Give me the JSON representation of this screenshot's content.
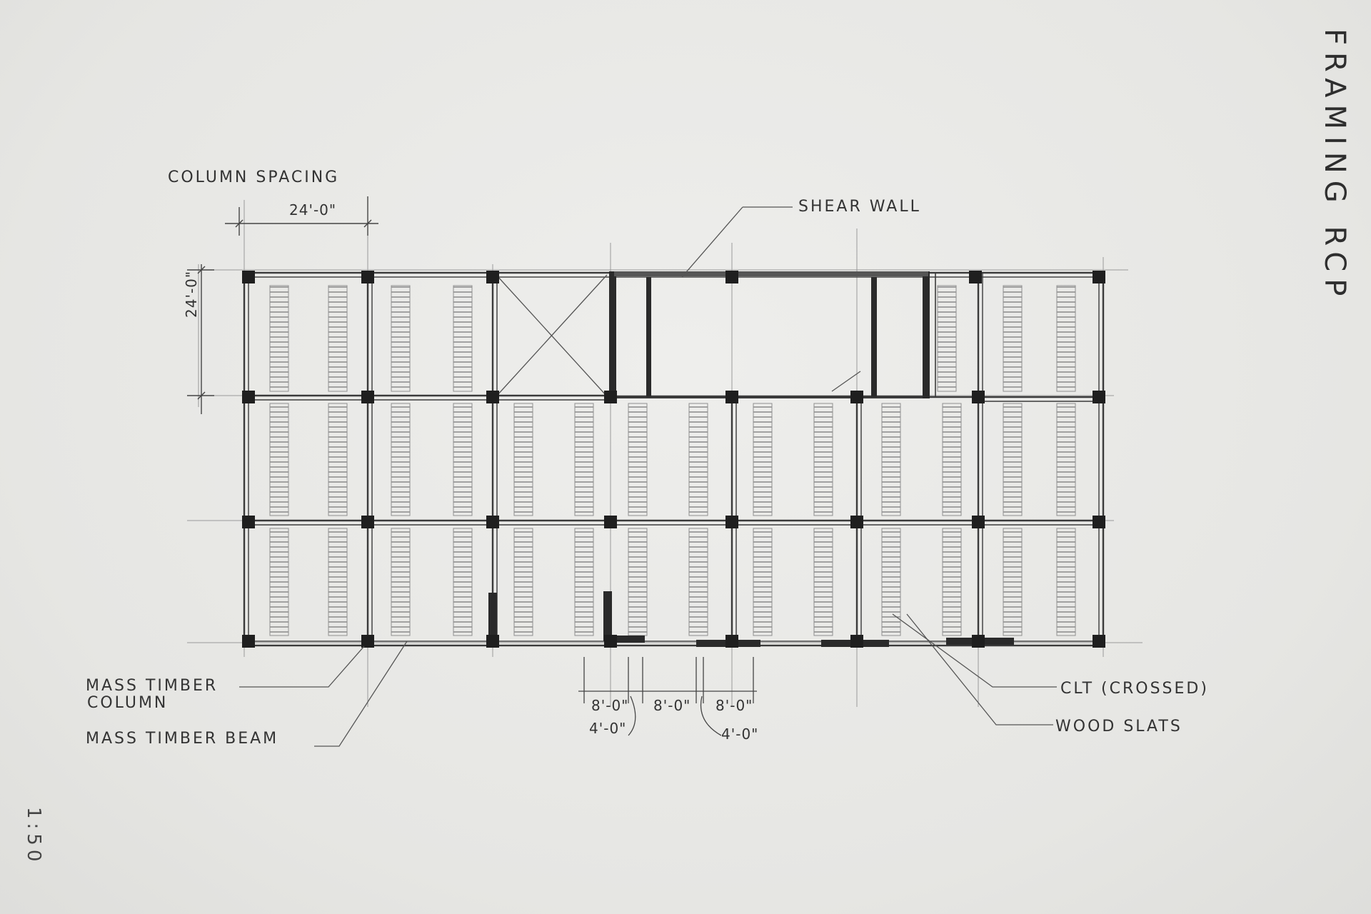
{
  "sheet": {
    "title": "FRAMING RCP",
    "scale": "1:50"
  },
  "labels": {
    "column_spacing": "COLUMN SPACING",
    "column_spacing_dim": "24'-0\"",
    "bay_depth_dim": "24'-0\"",
    "shear_wall": "SHEAR WALL",
    "mass_timber_column_1": "MASS TIMBER",
    "mass_timber_column_2": "COLUMN",
    "mass_timber_beam": "MASS TIMBER BEAM",
    "clt": "CLT (CROSSED)",
    "wood_slats": "WOOD SLATS"
  },
  "dimensions": {
    "slat_spacing_a": "8'-0\"",
    "slat_spacing_b": "8'-0\"",
    "slat_spacing_c": "8'-0\"",
    "slat_width_a": "4'-0\"",
    "slat_width_b": "4'-0\""
  }
}
